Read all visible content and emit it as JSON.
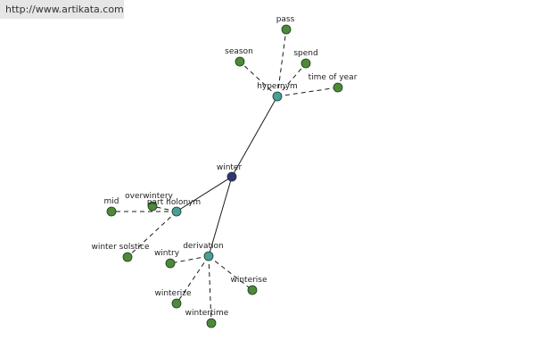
{
  "url": "http://www.artikata.com",
  "colors": {
    "root_node": "#33337a",
    "relation_node": "#4a9e9a",
    "term_node": "#4c8a3a",
    "node_stroke": "#1e3a1e",
    "edge": "#1a1a1a"
  },
  "root": "winter",
  "relations": [
    {
      "label": "hypernym",
      "terms": [
        "pass",
        "season",
        "spend",
        "time of year"
      ]
    },
    {
      "label": "part holonym",
      "terms": [
        "mid",
        "overwintery",
        "winter solstice"
      ]
    },
    {
      "label": "derivation",
      "terms": [
        "wintry",
        "winterise",
        "winterize",
        "wintertime"
      ]
    }
  ]
}
